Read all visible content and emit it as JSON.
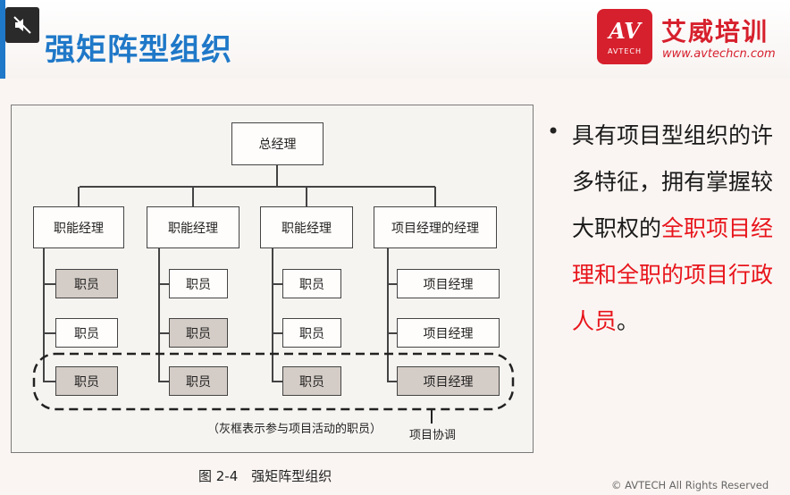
{
  "header": {
    "title": "强矩阵型组织",
    "brand": {
      "logo_text": "AV",
      "logo_sub": "AVTECH",
      "name": "艾威培训",
      "url": "www.avtechcn.com"
    }
  },
  "diagram": {
    "root": "总经理",
    "columns": [
      {
        "head": "职能经理",
        "items": [
          "职员",
          "职员",
          "职员"
        ],
        "shaded": [
          true,
          false,
          true
        ]
      },
      {
        "head": "职能经理",
        "items": [
          "职员",
          "职员",
          "职员"
        ],
        "shaded": [
          false,
          true,
          true
        ]
      },
      {
        "head": "职能经理",
        "items": [
          "职员",
          "职员",
          "职员"
        ],
        "shaded": [
          false,
          false,
          true
        ]
      },
      {
        "head": "项目经理的经理",
        "items": [
          "项目经理",
          "项目经理",
          "项目经理"
        ],
        "shaded": [
          false,
          false,
          true
        ]
      }
    ],
    "legend_note": "（灰框表示参与项目活动的职员）",
    "coordination_label": "项目协调",
    "caption": "图 2-4　强矩阵型组织"
  },
  "bullet": {
    "text_plain": "具有项目型组织的许多特征，拥有掌握较大职权的",
    "text_highlight": "全职项目经理和全职的项目行政人员",
    "text_end": "。",
    "highlight_color": "#e8141b"
  },
  "footer": {
    "copyright": "© AVTECH All Rights Reserved"
  }
}
